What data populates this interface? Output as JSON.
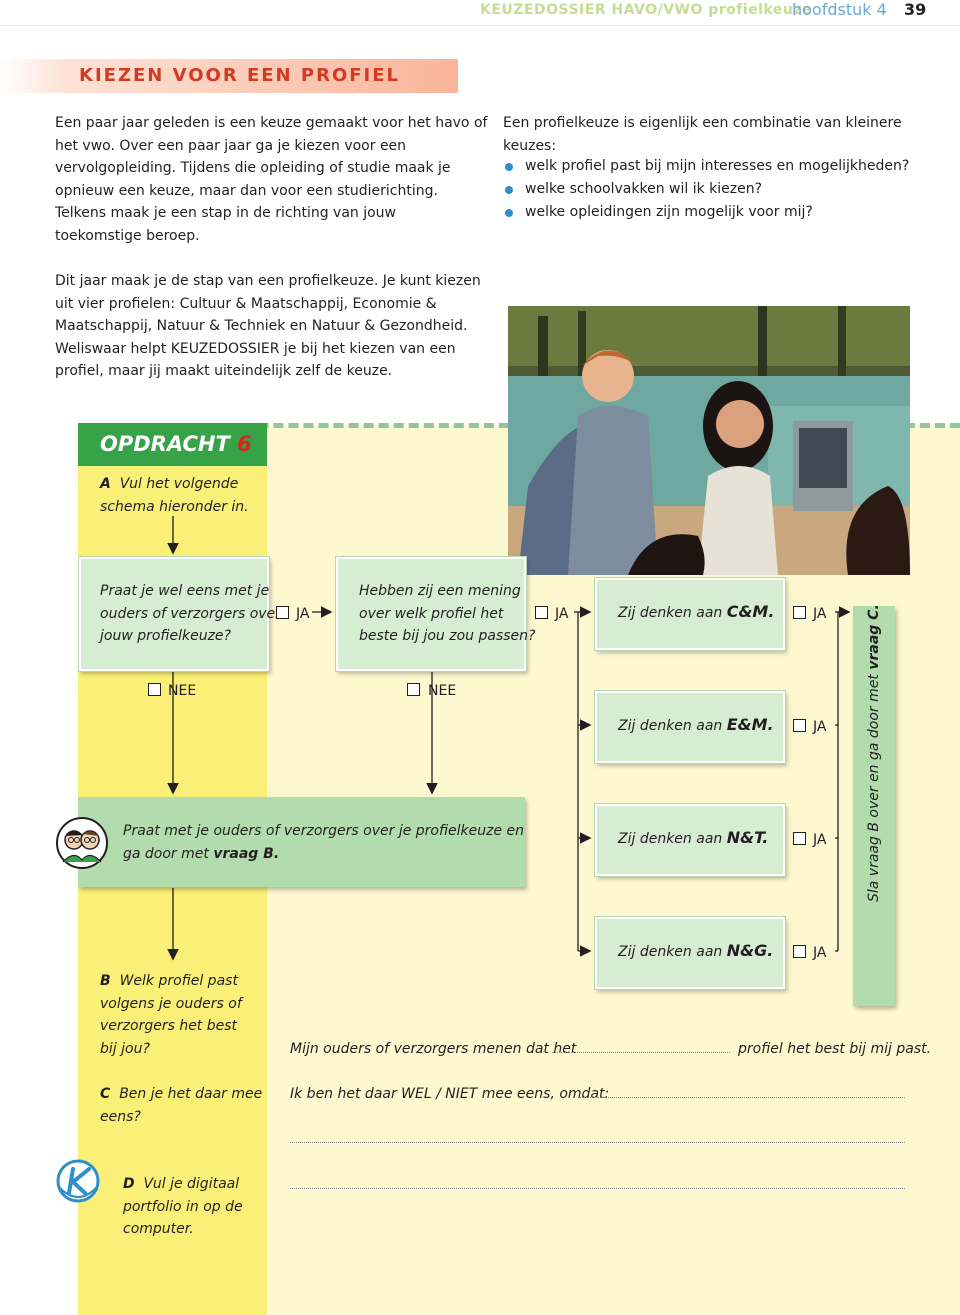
{
  "header": {
    "series": "KEUZEDOSSIER HAVO/VWO profielkeuze",
    "chapter": "hoofdstuk 4",
    "page_number": "39"
  },
  "section_title": "KIEZEN VOOR EEN PROFIEL",
  "intro": {
    "para1_lines": [
      "Een paar jaar geleden is een keuze gemaakt voor het havo of",
      "het vwo. Over een paar jaar ga je kiezen voor een",
      "vervolgopleiding. Tijdens die opleiding of studie maak je",
      "opnieuw een keuze, maar dan voor een studierichting.",
      "Telkens maak je een stap in de richting van jouw",
      "toekomstige beroep."
    ],
    "para2_lines": [
      "Dit jaar maak je de stap van een profielkeuze. Je kunt kiezen",
      "uit vier profielen: Cultuur & Maatschappij, Economie &",
      "Maatschappij, Natuur & Techniek en Natuur & Gezondheid.",
      "Weliswaar helpt KEUZEDOSSIER je bij het kiezen van een",
      "profiel, maar jij maakt uiteindelijk zelf de keuze."
    ],
    "right_lines": [
      "Een profielkeuze is eigenlijk een combinatie van kleinere",
      "keuzes:"
    ],
    "bullets": [
      "welk profiel past bij mijn interesses en mogelijkheden?",
      "welke schoolvakken wil ik kiezen?",
      "welke opleidingen zijn mogelijk voor mij?"
    ]
  },
  "exercise": {
    "title_word": "OPDRACHT",
    "title_number": "6",
    "a_letter": "A",
    "a_lines": [
      "Vul het volgende",
      "schema hieronder in."
    ],
    "box1_lines": [
      "Praat je wel eens met je",
      "ouders of verzorgers over",
      "jouw profielkeuze?"
    ],
    "box2_lines": [
      "Hebben zij een mening",
      "over welk profiel het",
      "beste bij jou zou passen?"
    ],
    "ja_label": "JA",
    "nee_label": "NEE",
    "talk_box_line1": "Praat met je ouders of verzorgers over je profielkeuze en",
    "talk_box_line2_prefix": "ga door met",
    "talk_box_line2_bold": "vraag B.",
    "think_prefix": "Zij denken aan",
    "profiles": [
      "C&M.",
      "E&M.",
      "N&T.",
      "N&G."
    ],
    "side_text_prefix": "Sla vraag B over en ga door met",
    "side_text_bold": "vraag C.",
    "b_letter": "B",
    "b_lines": [
      "Welk profiel past",
      "volgens je ouders of",
      "verzorgers het best",
      "bij jou?"
    ],
    "b_answer_prefix": "Mijn ouders of verzorgers menen dat het",
    "b_answer_suffix": "profiel het best bij mij past.",
    "c_letter": "C",
    "c_lines": [
      "Ben je het daar mee",
      "eens?"
    ],
    "c_answer": "Ik ben het daar WEL / NIET mee eens, omdat:",
    "d_letter": "D",
    "d_lines": [
      "Vul je digitaal",
      "portfolio in op de",
      "computer."
    ]
  },
  "colors": {
    "accent_red": "#d23a25",
    "green": "#36a349",
    "light_green": "#d6ecd3",
    "yellow": "#fbf077",
    "blue_bullet": "#2f8fc9"
  },
  "icons": [
    "parents-icon",
    "k-logo-icon",
    "photo-teacher-student"
  ]
}
